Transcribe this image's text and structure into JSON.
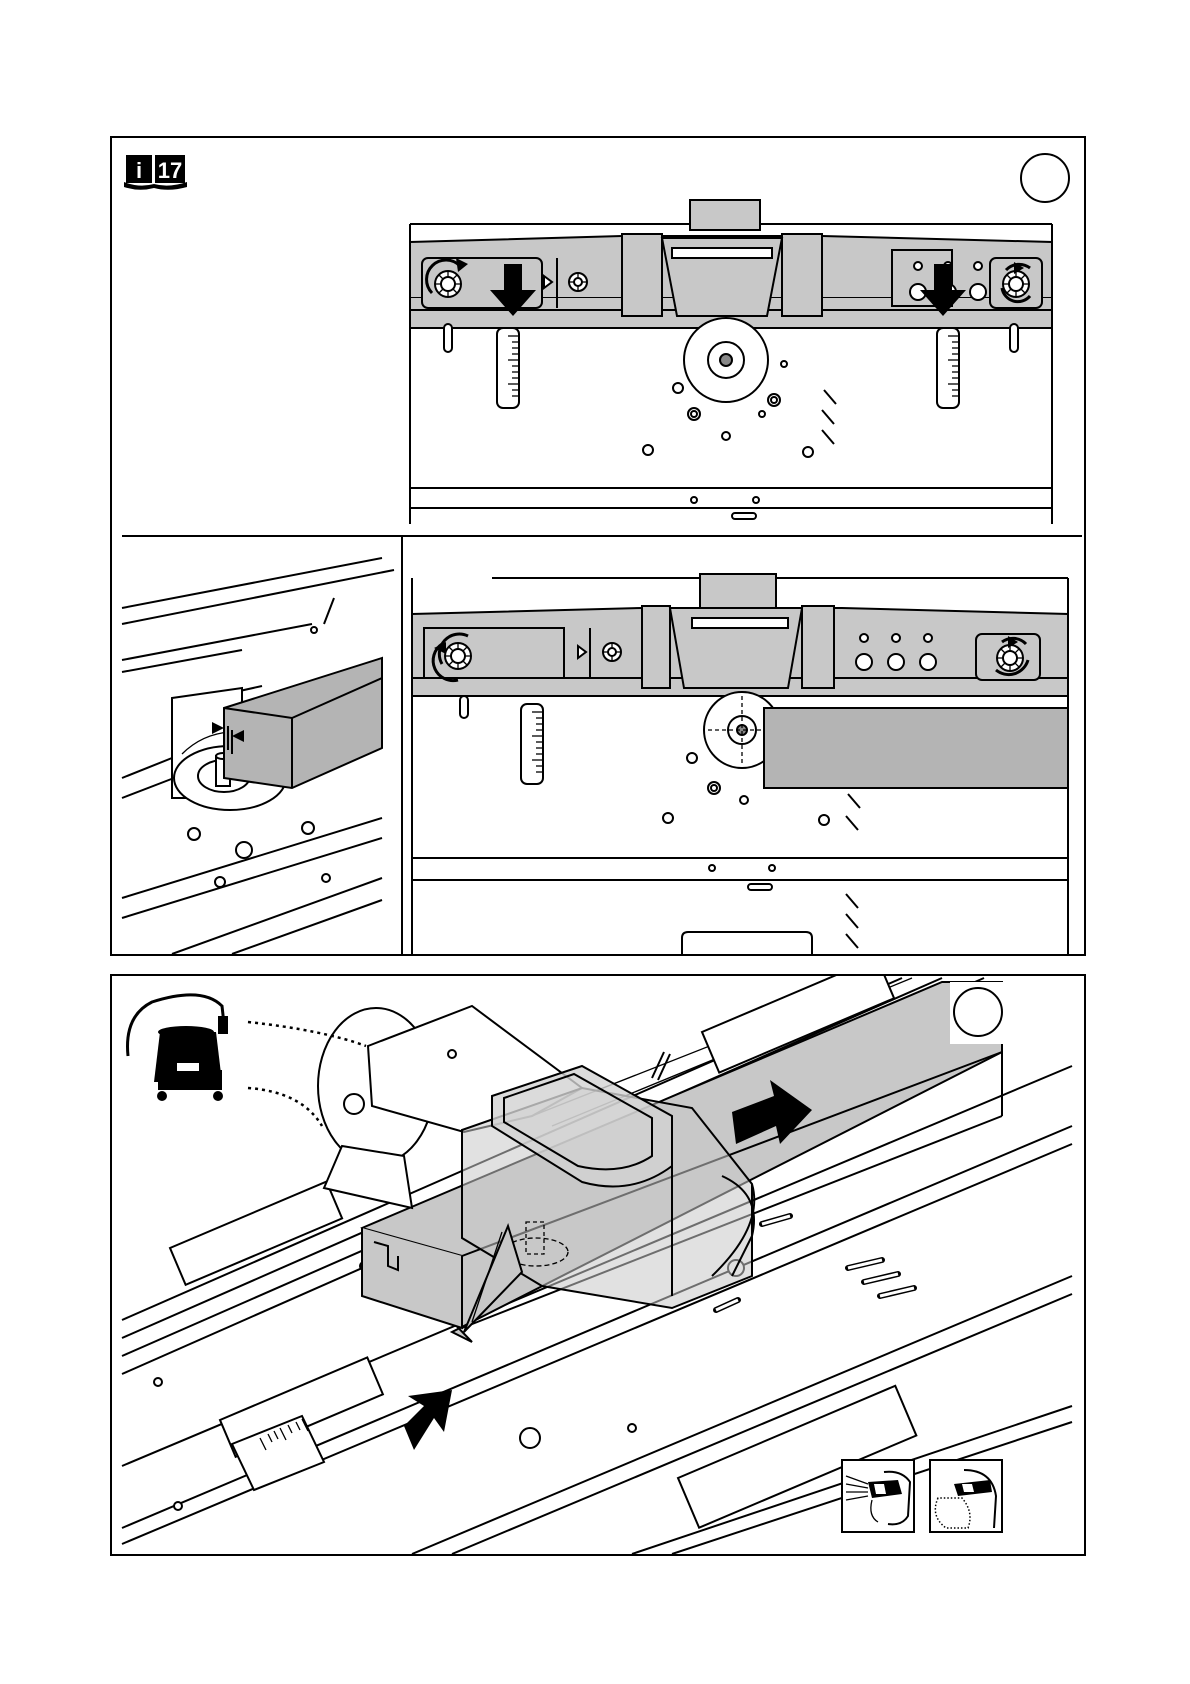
{
  "reference_badge": {
    "icon": "info-book-icon",
    "letter": "i",
    "number": "17"
  },
  "icons": {
    "step_circle_top": "step-circle",
    "step_circle_bottom": "step-circle",
    "dust_extractor": "vacuum-extractor-icon",
    "eye_protection": "safety-goggles-icon",
    "dust_mask": "dust-mask-icon",
    "feed_direction": "arrow-icon",
    "adjust_knob": "rotate-knob-icon"
  },
  "colors": {
    "line": "#000000",
    "fill_gray": "#c8c8c8",
    "fill_dark": "#b4b4b4",
    "background": "#ffffff"
  }
}
